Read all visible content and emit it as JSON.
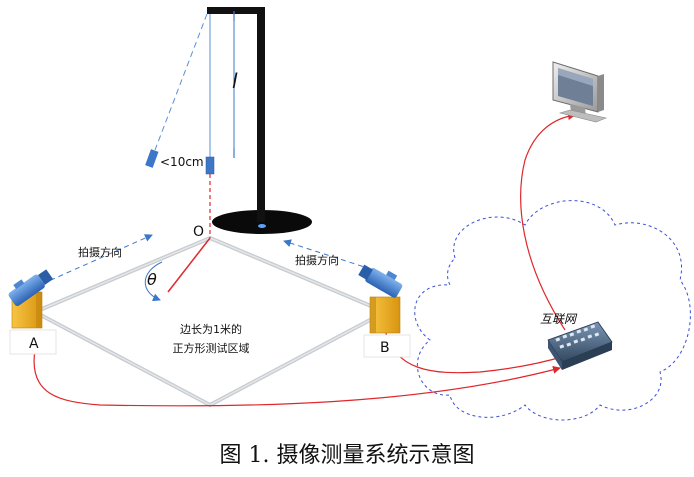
{
  "figure": {
    "caption": "图 1. 摄像测量系统示意图"
  },
  "labels": {
    "pendulum_length": "l",
    "small_label": "<10cm",
    "origin": "O",
    "angle": "θ",
    "camera_a": "A",
    "camera_b": "B",
    "shoot_dir_left": "拍摄方向",
    "shoot_dir_right": "拍摄方向",
    "area_line1": "边长为1米的",
    "area_line2": "正方形测试区域",
    "internet": "互联网"
  },
  "colors": {
    "stand": "#111111",
    "wire_red": "#e0272b",
    "cloud_dash": "#3a4fd8",
    "square_edge": "#c7cbcf",
    "camera_body": "#f2b01e",
    "camera_head": "#3f7fd0",
    "arrow_blue": "#3d78c8"
  },
  "icons": {
    "camera": "video-camera-icon",
    "monitor": "monitor-icon",
    "switch": "network-switch-icon",
    "cloud": "cloud-icon"
  }
}
